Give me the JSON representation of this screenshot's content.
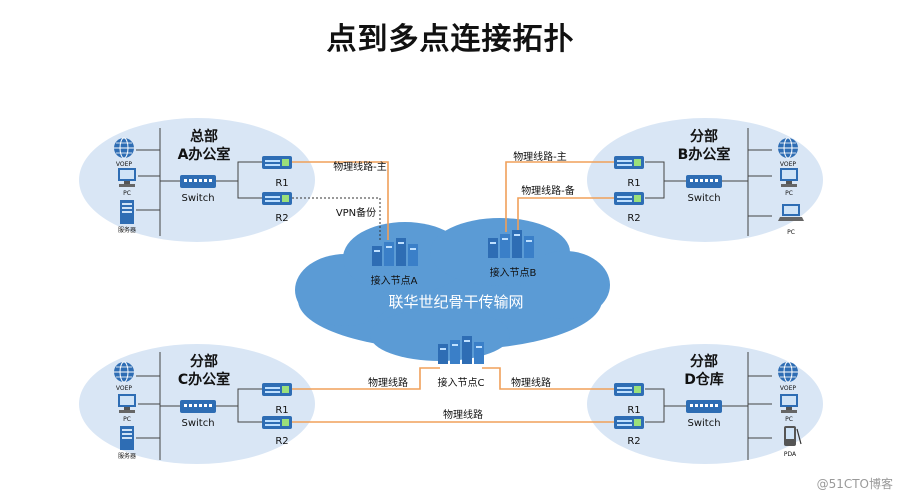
{
  "title": "点到多点连接拓扑",
  "cloud_label": "联华世纪骨干传输网",
  "watermark": "@51CTO博客",
  "colors": {
    "link": "#f0a05a",
    "ellipse": "#d9e6f5",
    "cloud": "#5b9bd5",
    "device": "#2e6db4"
  },
  "offices": {
    "A": {
      "line1": "总部",
      "line2": "A办公室",
      "switch": "Switch",
      "r1": "R1",
      "r2": "R2",
      "devices": [
        "VOEP",
        "PC",
        "服务器"
      ]
    },
    "B": {
      "line1": "分部",
      "line2": "B办公室",
      "switch": "Switch",
      "r1": "R1",
      "r2": "R2",
      "devices": [
        "VOEP",
        "PC",
        "PC"
      ]
    },
    "C": {
      "line1": "分部",
      "line2": "C办公室",
      "switch": "Switch",
      "r1": "R1",
      "r2": "R2",
      "devices": [
        "VOEP",
        "PC",
        "服务器"
      ]
    },
    "D": {
      "line1": "分部",
      "line2": "D仓库",
      "switch": "Switch",
      "r1": "R1",
      "r2": "R2",
      "devices": [
        "VOEP",
        "PC",
        "PDA"
      ]
    }
  },
  "nodes": {
    "A": "接入节点A",
    "B": "接入节点B",
    "C": "接入节点C"
  },
  "links": {
    "a_main": "物理线路-主",
    "a_vpn": "VPN备份",
    "b_main": "物理线路-主",
    "b_backup": "物理线路-备",
    "c_r1": "物理线路",
    "d_r1": "物理线路",
    "c_d_r2": "物理线路"
  }
}
